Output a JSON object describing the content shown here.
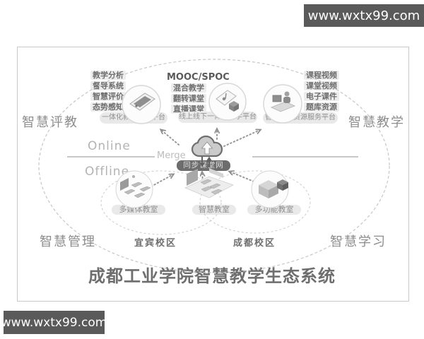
{
  "watermark": {
    "header_text": "www.wxtx99.com",
    "footer_text": "www.wxtx99.com"
  },
  "title": "成都工业学院智慧教学生态系统",
  "corners": {
    "top_left": "智慧评教",
    "top_right": "智慧教学",
    "bottom_left": "智慧管理",
    "bottom_right": "智慧学习"
  },
  "zones": {
    "online": "Online",
    "offline": "Offline",
    "merge": "Merge"
  },
  "hub": {
    "label": "同步课堂网",
    "icon": "cloud-upload-icon"
  },
  "platforms": [
    {
      "features": [
        "教学分析",
        "督导系统",
        "智慧评价",
        "态势感知"
      ],
      "platform": "一体化教学管理平台",
      "icon": "smart-board-icon"
    },
    {
      "heading": "MOOC/SPOC",
      "features": [
        "混合教学",
        "翻转课堂",
        "直播课堂"
      ],
      "platform": "线上线下一体化教学平台",
      "icon": "course-page-icon"
    },
    {
      "features": [
        "课程视频",
        "课堂视频",
        "电子课件",
        "题库资源"
      ],
      "platform": "智慧教育资源服务平台",
      "icon": "recording-desk-icon"
    }
  ],
  "classrooms": [
    {
      "label": "多媒体教室",
      "icon": "multimedia-classroom-icon"
    },
    {
      "label": "智慧教室",
      "icon": "smart-classroom-icon"
    },
    {
      "label": "多功能教室",
      "icon": "multifunction-classroom-icon"
    }
  ],
  "campuses": [
    {
      "label": "宜宾校区"
    },
    {
      "label": "成都校区"
    }
  ],
  "colors": {
    "watermark_bg": "#5a5a5a",
    "frame_border": "#c9c9c9",
    "chip_bg": "#ededed",
    "pill_bg": "#e9e9e9",
    "hub_bg": "#6d6d6d",
    "text_gray": "#8d8d8d",
    "dashed_line": "#c6c6c6"
  }
}
